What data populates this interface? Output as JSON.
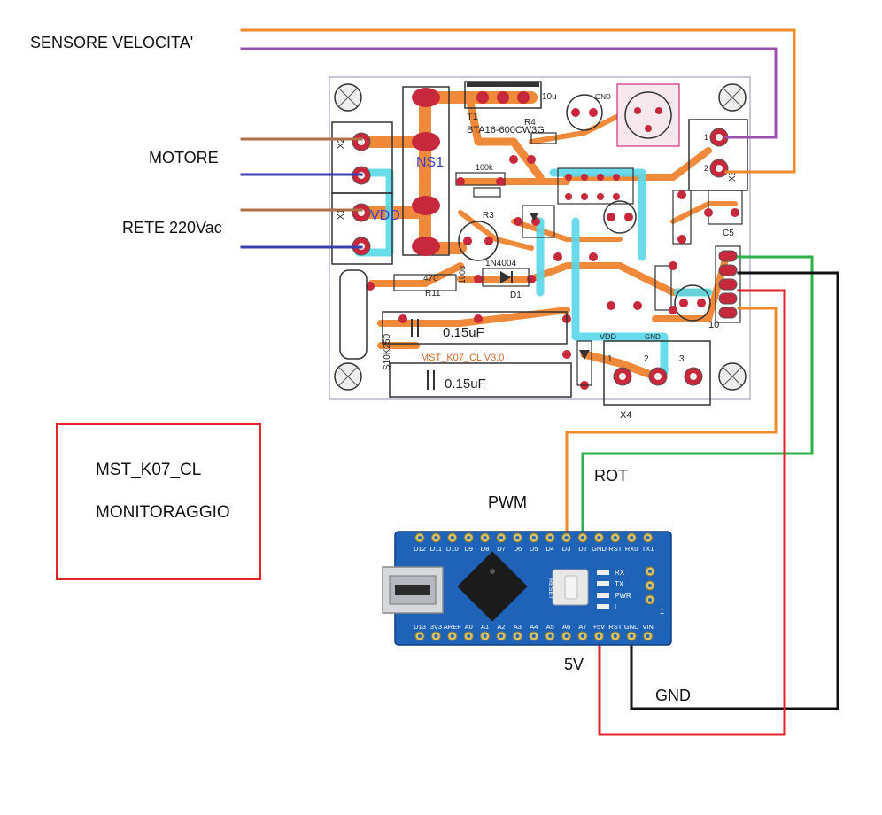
{
  "labels": {
    "speed_sensor": "SENSORE VELOCITA'",
    "motor": "MOTORE",
    "mains": "RETE 220Vac",
    "pwm": "PWM",
    "rot": "ROT",
    "five_volt": "5V",
    "gnd": "GND"
  },
  "title_box": {
    "line1": "MST_K07_CL",
    "line2": "MONITORAGGIO"
  },
  "pcb": {
    "silk": {
      "t1": "T1",
      "triac": "BTA16-600CW3G",
      "r4": "R4",
      "x2": "X2",
      "x1": "X1",
      "x3": "X3",
      "x4": "X4",
      "ns1": "NS1",
      "vdd": "VDD",
      "gnd": "GND",
      "r3": "R3",
      "r11": "R11",
      "d1": "D1",
      "diode": "1N4004",
      "cap_big": "100u",
      "cap_small": "10u",
      "res_100k": "100k",
      "res_470": "470",
      "c5": "C5",
      "film_cap": "0.15uF",
      "board_name": "MST_K07_CL V3.0",
      "varistor": "S10K250",
      "pin1": "1",
      "pin2": "2",
      "pin3": "3",
      "hdr10": "10"
    }
  },
  "nano": {
    "top_pins": [
      "D12",
      "D11",
      "D10",
      "D9",
      "D8",
      "D7",
      "D6",
      "D5",
      "D4",
      "D3",
      "D2",
      "GND",
      "RST",
      "RX0",
      "TX1"
    ],
    "bottom_pins": [
      "D13",
      "3V3",
      "AREF",
      "A0",
      "A1",
      "A2",
      "A3",
      "A4",
      "A5",
      "A6",
      "A7",
      "+5V",
      "RST",
      "GND",
      "VIN"
    ],
    "leds": [
      "RX",
      "TX",
      "PWR",
      "L"
    ],
    "reset_label": "RESET",
    "pin_one": "1"
  },
  "colors": {
    "wire_orange": "#f08a2a",
    "wire_purple": "#9b4fb0",
    "wire_brown": "#b0704a",
    "wire_blue": "#3a3fb0",
    "wire_green": "#2bb24a",
    "wire_red": "#e0242b",
    "wire_black": "#111111",
    "copper": "#f08a3a",
    "pad": "#c8283c",
    "cyan_trace": "#59d8ea",
    "nano_blue": "#1e63b8"
  }
}
